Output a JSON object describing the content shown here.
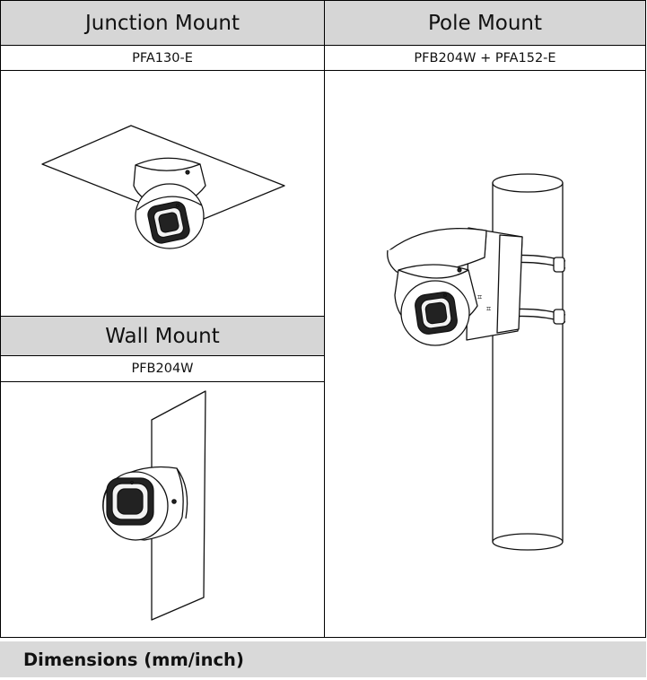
{
  "junction": {
    "title": "Junction Mount",
    "model": "PFA130-E"
  },
  "pole": {
    "title": "Pole Mount",
    "model": "PFB204W + PFA152-E"
  },
  "wall": {
    "title": "Wall Mount",
    "model": "PFB204W"
  },
  "dimensions": {
    "title": "Dimensions (mm/inch)"
  }
}
